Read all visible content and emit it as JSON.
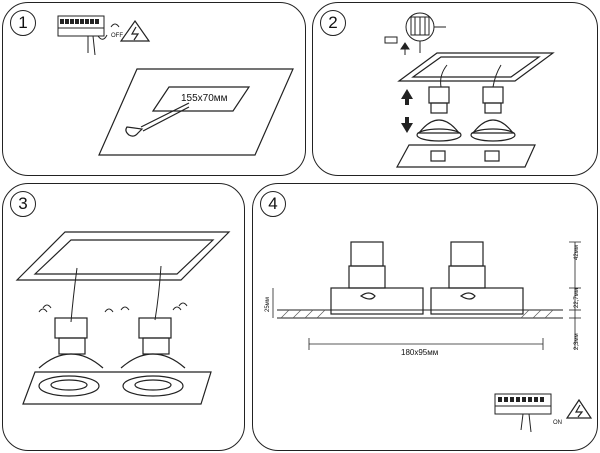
{
  "steps": [
    {
      "number": "1",
      "switch_label": "OFF",
      "cutout_label": "155x70мм"
    },
    {
      "number": "2"
    },
    {
      "number": "3"
    },
    {
      "number": "4",
      "width_label": "180x95мм",
      "switch_label": "ON",
      "dims": {
        "top": "42мм",
        "mid": "22,7мм",
        "bottom": "2,3мм",
        "left": "25мм"
      }
    }
  ]
}
